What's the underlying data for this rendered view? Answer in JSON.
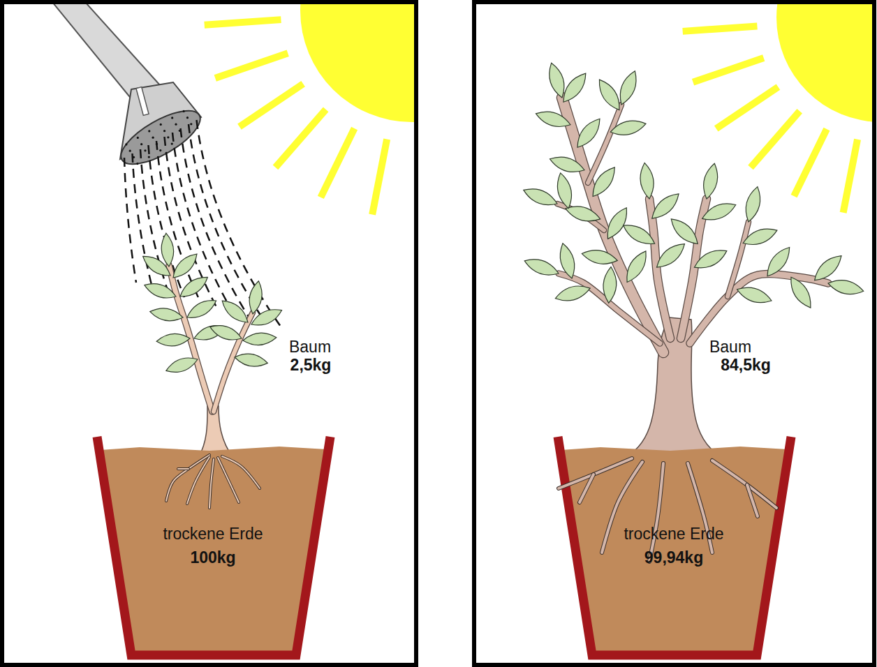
{
  "diagram": {
    "nodes": [
      {
        "text": [
          "trockene Erde",
          "100kg"
        ]
      },
      {
        "text": [
          "trockene Erde",
          "99,94kg"
        ]
      }
    ],
    "labels": [
      "Baum",
      "2,5kg",
      "Baum",
      "84,5kg"
    ]
  }
}
